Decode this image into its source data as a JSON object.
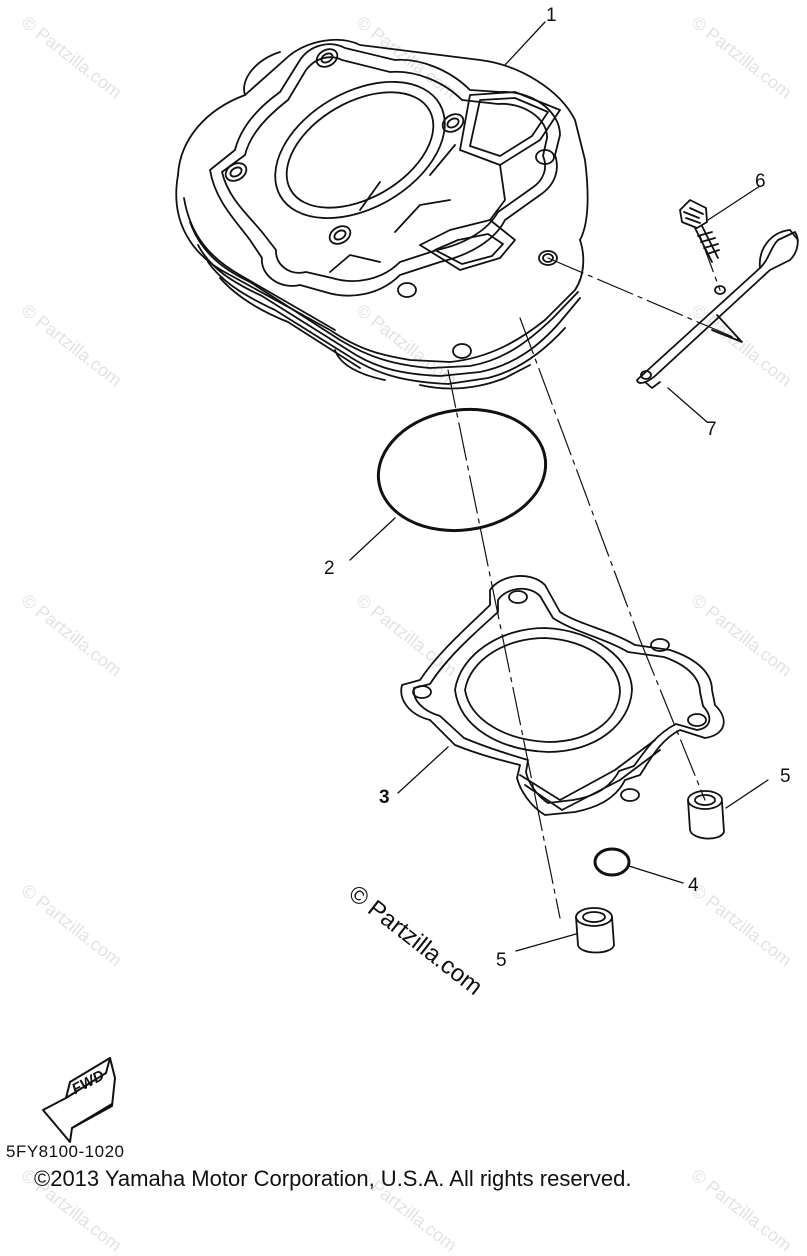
{
  "watermark_text": "© Partzilla.com",
  "center_watermark": "© Partzilla.com",
  "fwd_label": "FWD",
  "diagram_code": "5FY8100-1020",
  "copyright": "©2013  Yamaha Motor Corporation, U.S.A. All rights reserved.",
  "callouts": {
    "c1": "1",
    "c2": "2",
    "c3": "3",
    "c4": "4",
    "c5a": "5",
    "c5b": "5",
    "c6": "6",
    "c7": "7"
  }
}
